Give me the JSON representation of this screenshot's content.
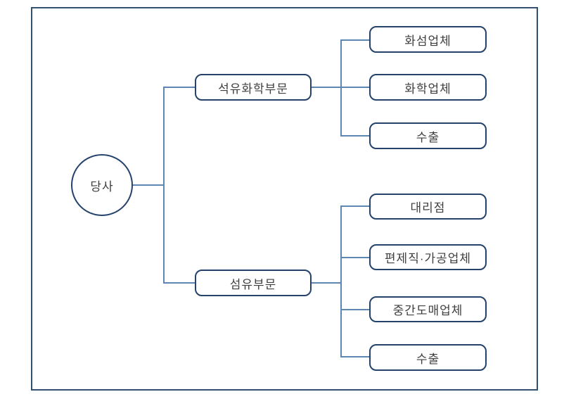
{
  "diagram": {
    "title": "distribution-structure-diagram",
    "root": {
      "label": "당사"
    },
    "branches": [
      {
        "label": "석유화학부문",
        "children": [
          {
            "label": "화섬업체"
          },
          {
            "label": "화학업체"
          },
          {
            "label": "수출"
          }
        ]
      },
      {
        "label": "섬유부문",
        "children": [
          {
            "label": "대리점"
          },
          {
            "label": "편제직·가공업체"
          },
          {
            "label": "중간도매업체"
          },
          {
            "label": "수출"
          }
        ]
      }
    ],
    "colors": {
      "connector_line": "#5E86B2",
      "node_border": "#24426B",
      "frame_border": "#33506F",
      "text": "#3F3F3F",
      "background": "#FFFFFF"
    }
  }
}
